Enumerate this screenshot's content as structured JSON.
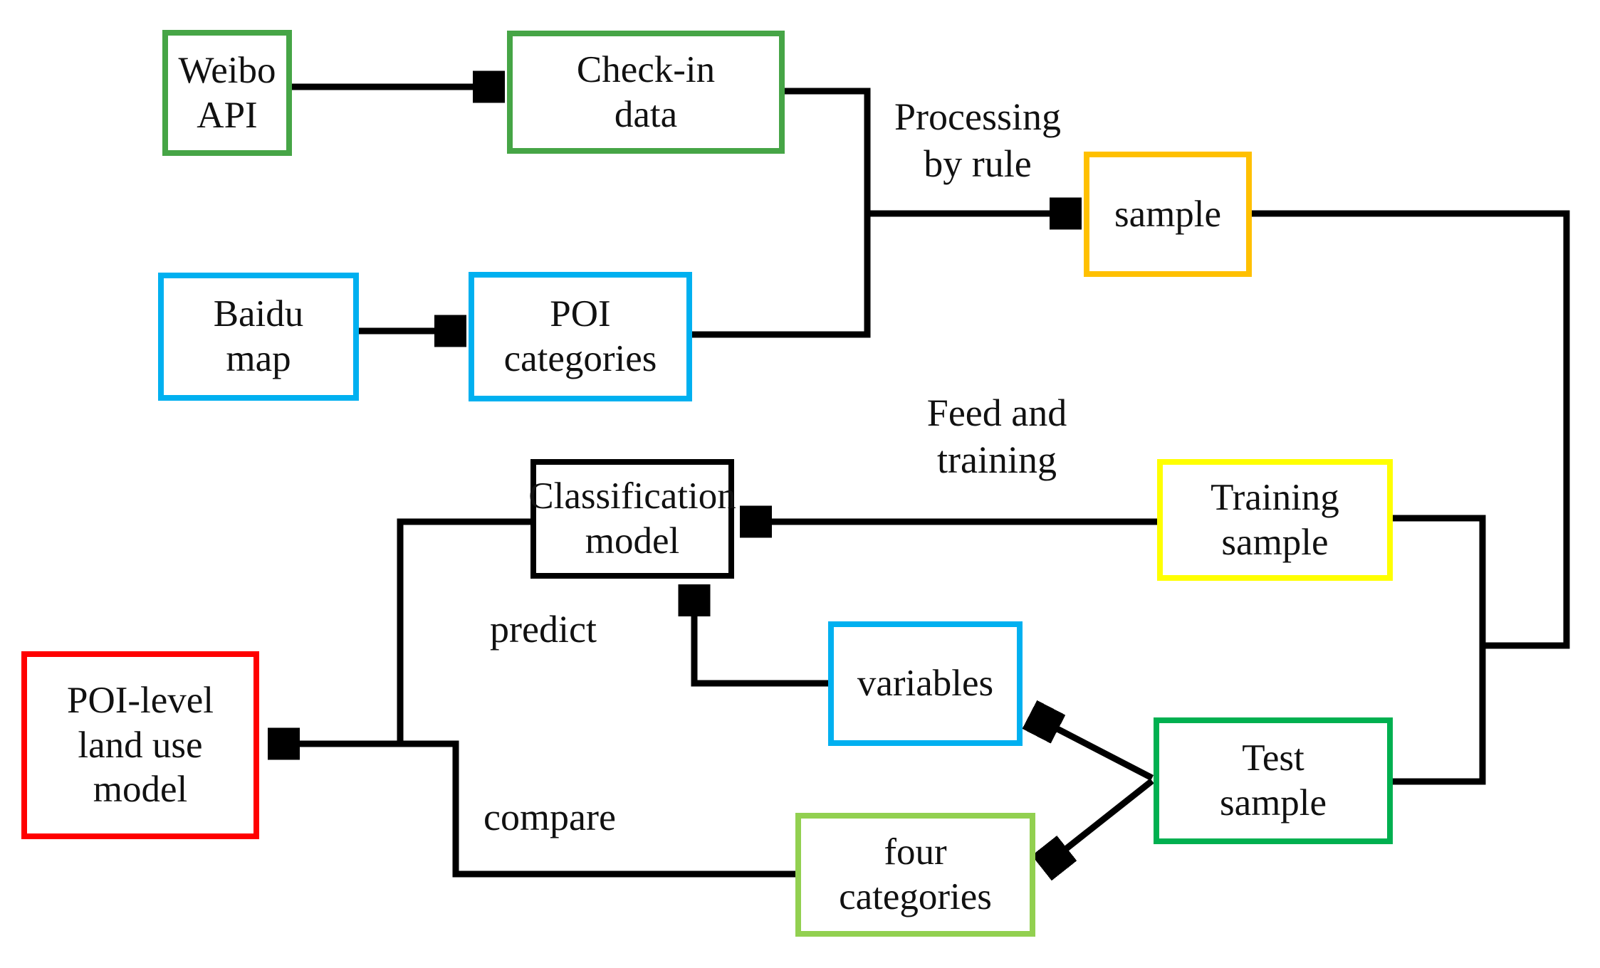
{
  "diagram": {
    "background": "#ffffff",
    "line_color": "#000000",
    "text_color": "#111111",
    "nodes": {
      "weibo_api": {
        "label": "Weibo\nAPI",
        "border": "#46a546"
      },
      "check_in_data": {
        "label": "Check-in\ndata",
        "border": "#46a546"
      },
      "baidu_map": {
        "label": "Baidu\nmap",
        "border": "#00b0f0"
      },
      "poi_categories": {
        "label": "POI\ncategories",
        "border": "#00b0f0"
      },
      "sample": {
        "label": "sample",
        "border": "#ffc000"
      },
      "classification_model": {
        "label": "Classification\nmodel",
        "border": "#000000"
      },
      "training_sample": {
        "label": "Training\nsample",
        "border": "#ffff00"
      },
      "variables": {
        "label": "variables",
        "border": "#00b0f0"
      },
      "test_sample": {
        "label": "Test\nsample",
        "border": "#00b050"
      },
      "four_categories": {
        "label": "four\ncategories",
        "border": "#92d050"
      },
      "poi_level_model": {
        "label": "POI-level\nland use\nmodel",
        "border": "#ff0000"
      }
    },
    "edge_labels": {
      "processing_by_rule": "Processing\nby rule",
      "feed_and_training": "Feed and\ntraining",
      "predict": "predict",
      "compare": "compare"
    }
  }
}
